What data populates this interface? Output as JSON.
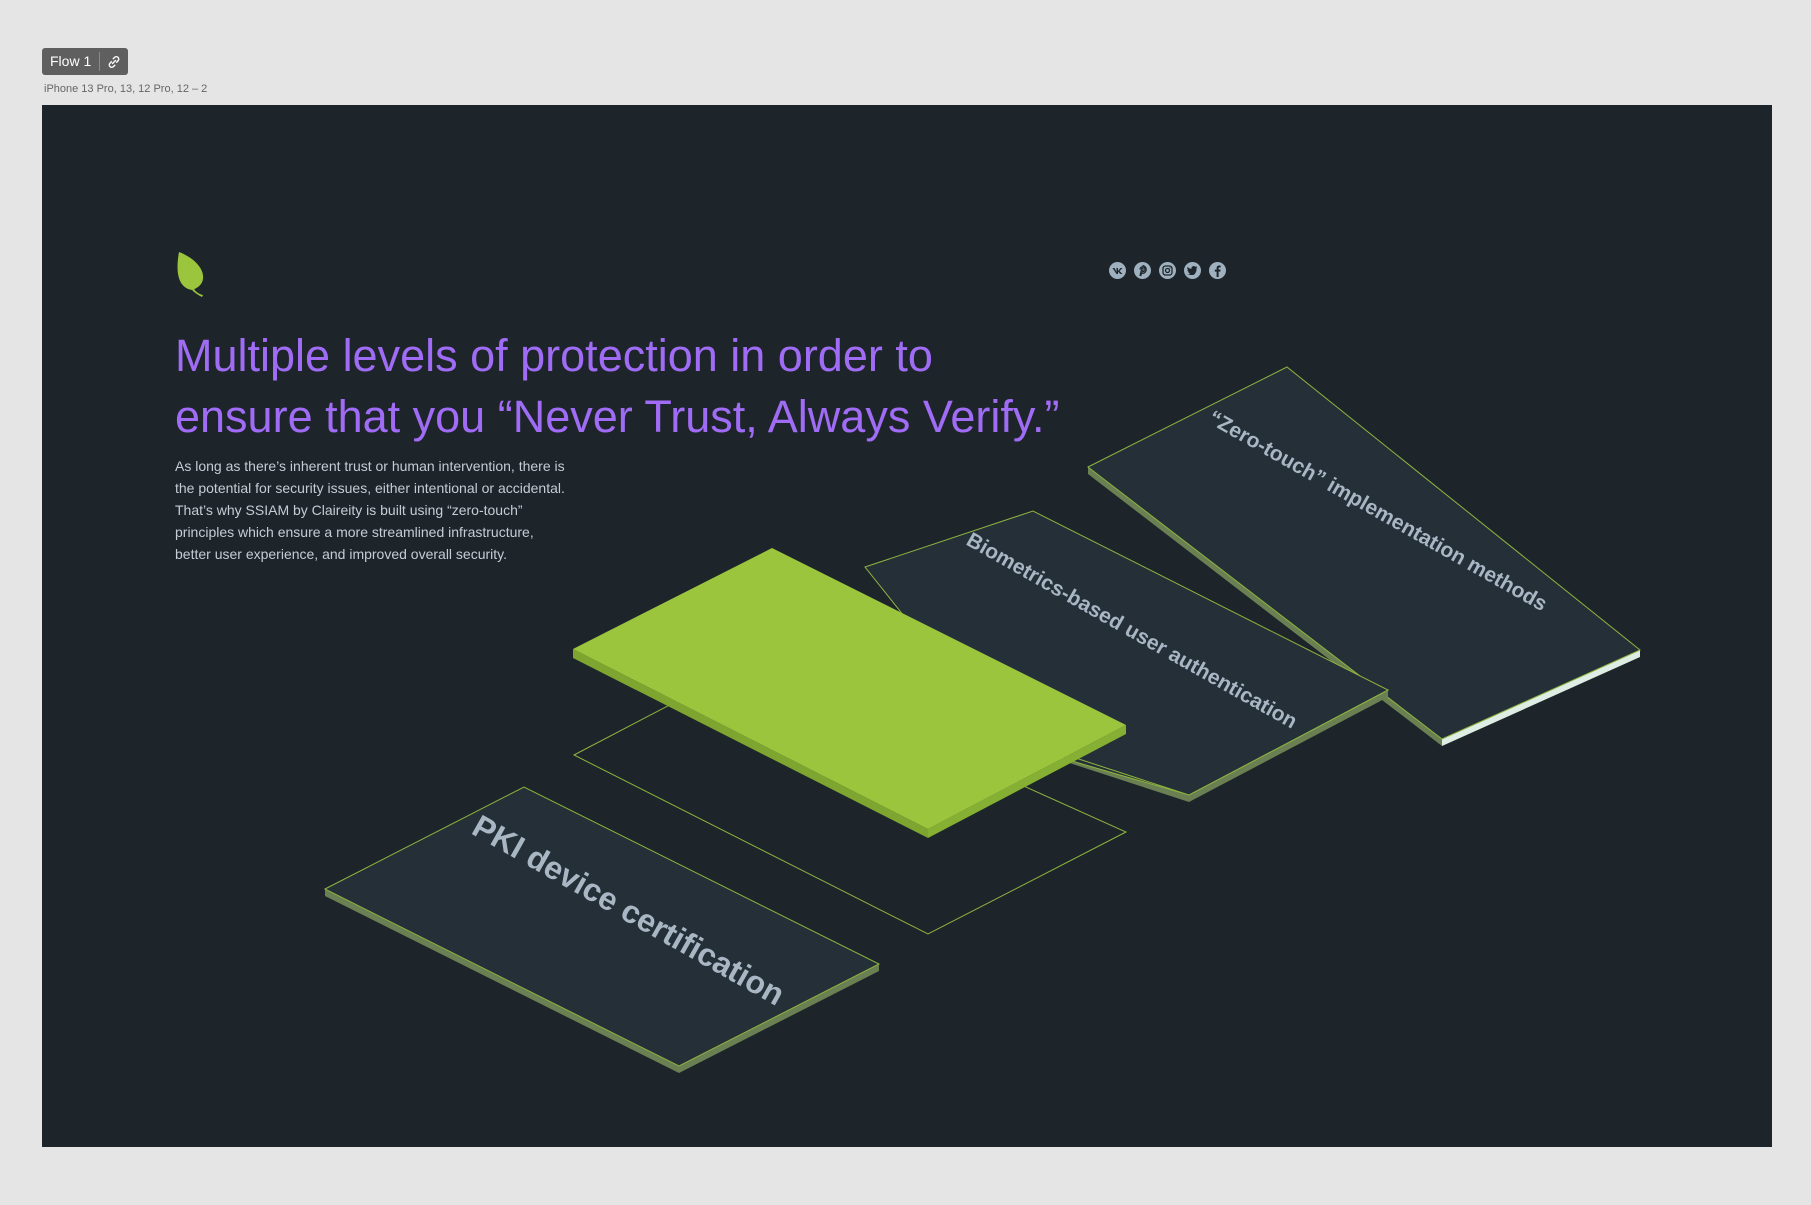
{
  "canvas": {
    "flow_label": "Flow 1",
    "frame_name": "iPhone 13 Pro, 13, 12 Pro, 12 – 2"
  },
  "page": {
    "headline_line1": "Multiple levels of protection in order to",
    "headline_line2": "ensure that you “Never Trust, Always Verify.”",
    "body_lines": [
      "As long as there’s inherent trust or human intervention, there is",
      "the potential for security issues, either intentional or accidental.",
      "That’s why SSIAM by Claireity is built using “zero-touch”",
      "principles  which ensure a more streamlined infrastructure,",
      "better user experience, and improved overall security."
    ],
    "social_icons": [
      "vk-icon",
      "pinterest-icon",
      "instagram-icon",
      "twitter-icon",
      "facebook-icon"
    ],
    "layers": {
      "zero_touch": "“Zero-touch” implementation methods",
      "biometrics": "Biometrics-based user authentication",
      "pki": "PKI device certification"
    }
  },
  "colors": {
    "canvas_bg": "#e5e5e5",
    "frame_bg": "#1d252b",
    "accent_purple": "#a06cf5",
    "accent_green": "#9bc53d",
    "card_fill": "#252f38",
    "label_gray": "#a9b6c4"
  }
}
